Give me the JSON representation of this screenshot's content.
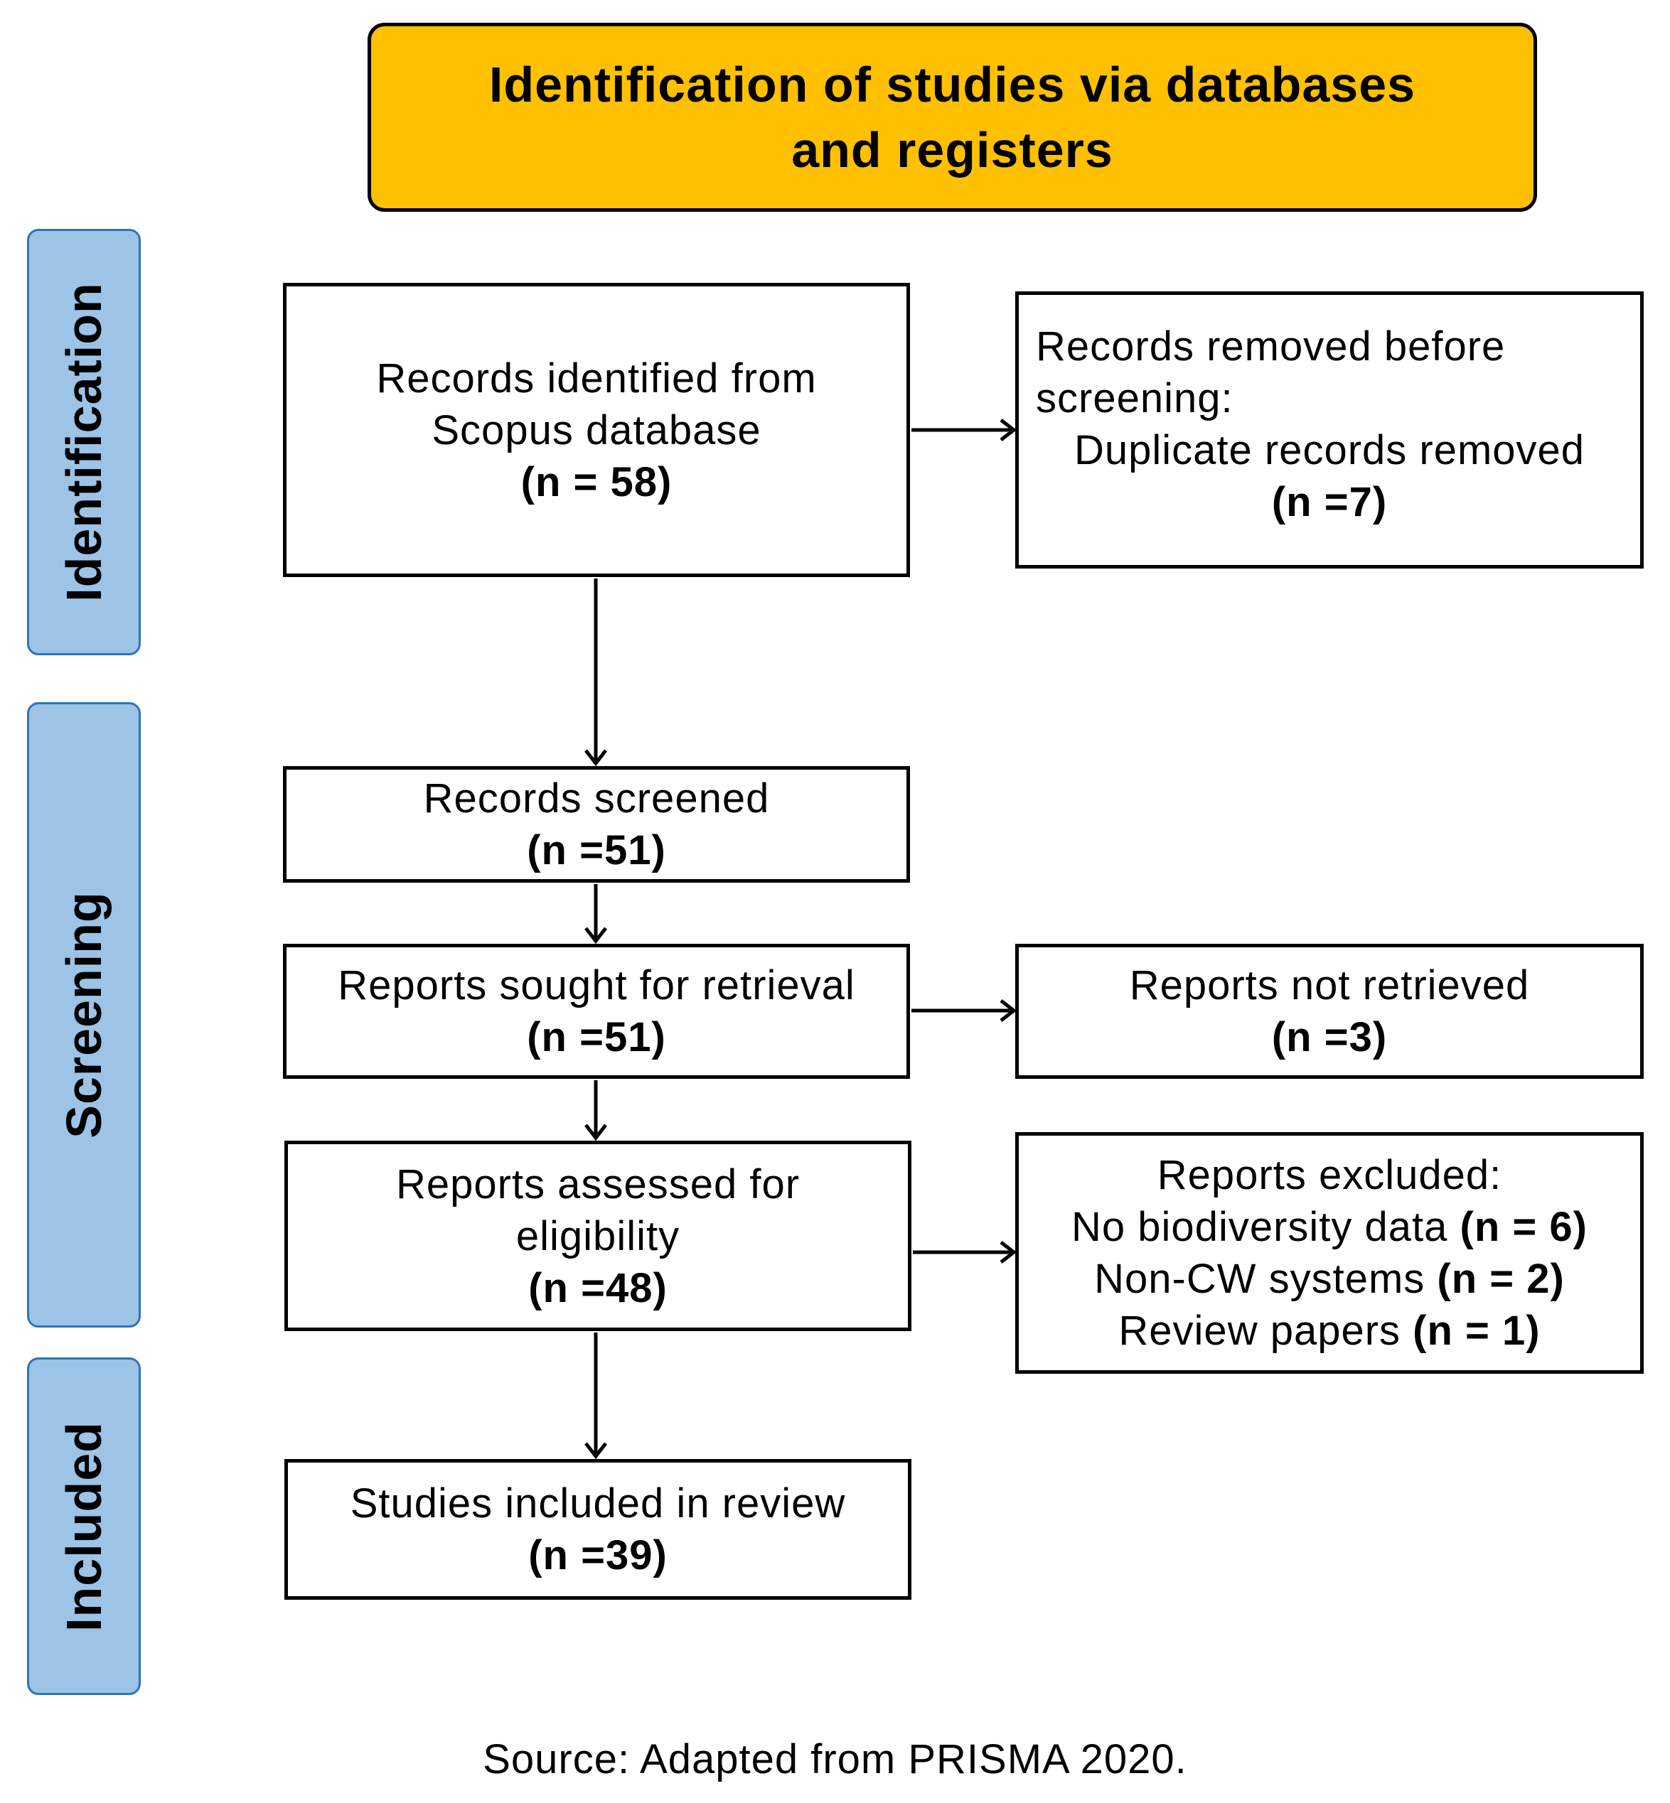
{
  "header": {
    "line1": "Identification of studies via databases",
    "line2": "and registers"
  },
  "phases": {
    "identification": "Identification",
    "screening": "Screening",
    "included": "Included"
  },
  "boxes": {
    "identified": {
      "line1": "Records identified from",
      "line2": "Scopus database",
      "count": "(n = 58)"
    },
    "removed": {
      "line1": "Records removed before",
      "line2": "screening:",
      "line3": "Duplicate records removed",
      "count": "(n =7)"
    },
    "screened": {
      "line1": "Records screened",
      "count": "(n =51)"
    },
    "sought": {
      "line1": "Reports sought for retrieval",
      "count": "(n =51)"
    },
    "not_retrieved": {
      "line1": "Reports not retrieved",
      "count": "(n =3)"
    },
    "assessed": {
      "line1": "Reports assessed for",
      "line2": "eligibility",
      "count": "(n =48)"
    },
    "excluded": {
      "title": "Reports excluded:",
      "reasons": [
        {
          "label": "No biodiversity data",
          "count": "(n = 6)"
        },
        {
          "label": "Non-CW systems",
          "count": "(n = 2)"
        },
        {
          "label": "Review papers",
          "count": "(n = 1)"
        }
      ]
    },
    "included": {
      "line1": "Studies included in review",
      "count": "(n =39)"
    }
  },
  "source": "Source: Adapted from PRISMA 2020.",
  "colors": {
    "header_fill": "#FFC000",
    "phase_fill": "#9DC3E6",
    "phase_border": "#2E75B6"
  }
}
